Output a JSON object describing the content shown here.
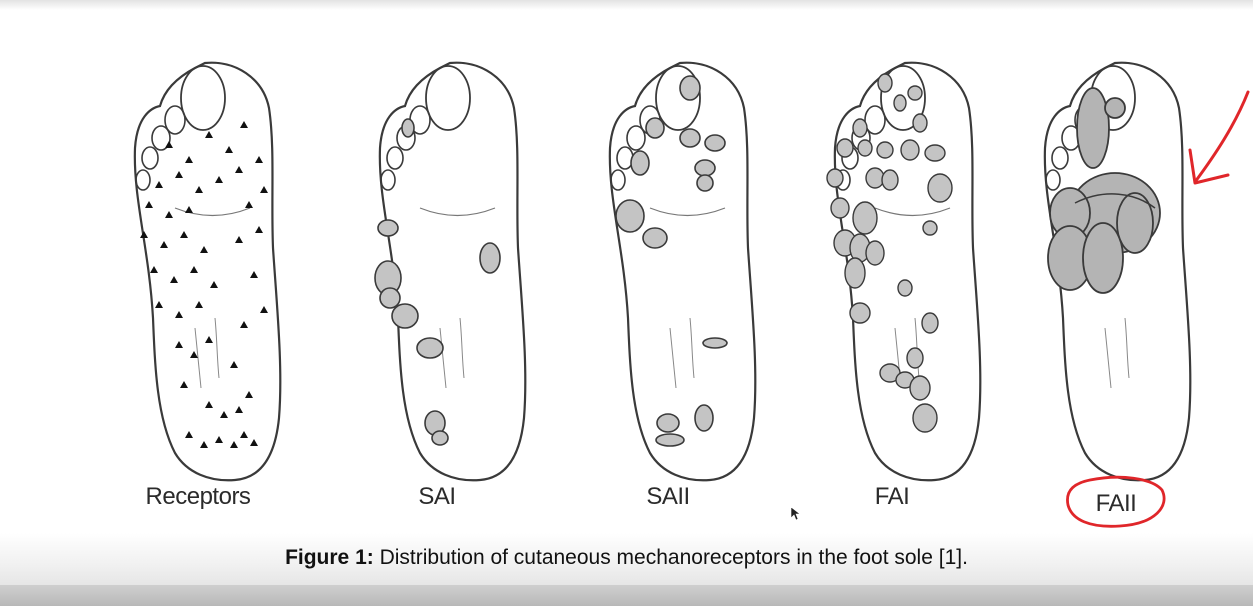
{
  "figure": {
    "panels": [
      {
        "id": "receptors",
        "label": "Receptors"
      },
      {
        "id": "sai",
        "label": "SAI"
      },
      {
        "id": "saii",
        "label": "SAII"
      },
      {
        "id": "fai",
        "label": "FAI"
      },
      {
        "id": "faii",
        "label": "FAII"
      }
    ],
    "caption_prefix": "Figure 1:",
    "caption_text": " Distribution of cutaneous mechanoreceptors in the foot sole [1]."
  },
  "annotations": {
    "highlight_color": "#e0262a",
    "arrow_icon": "red-arrow-icon",
    "circle_icon": "red-circle-annotation-icon"
  },
  "colors": {
    "receptor_fill": "#b9b9b9",
    "outline": "#3a3a3a",
    "marker": "#111111"
  }
}
